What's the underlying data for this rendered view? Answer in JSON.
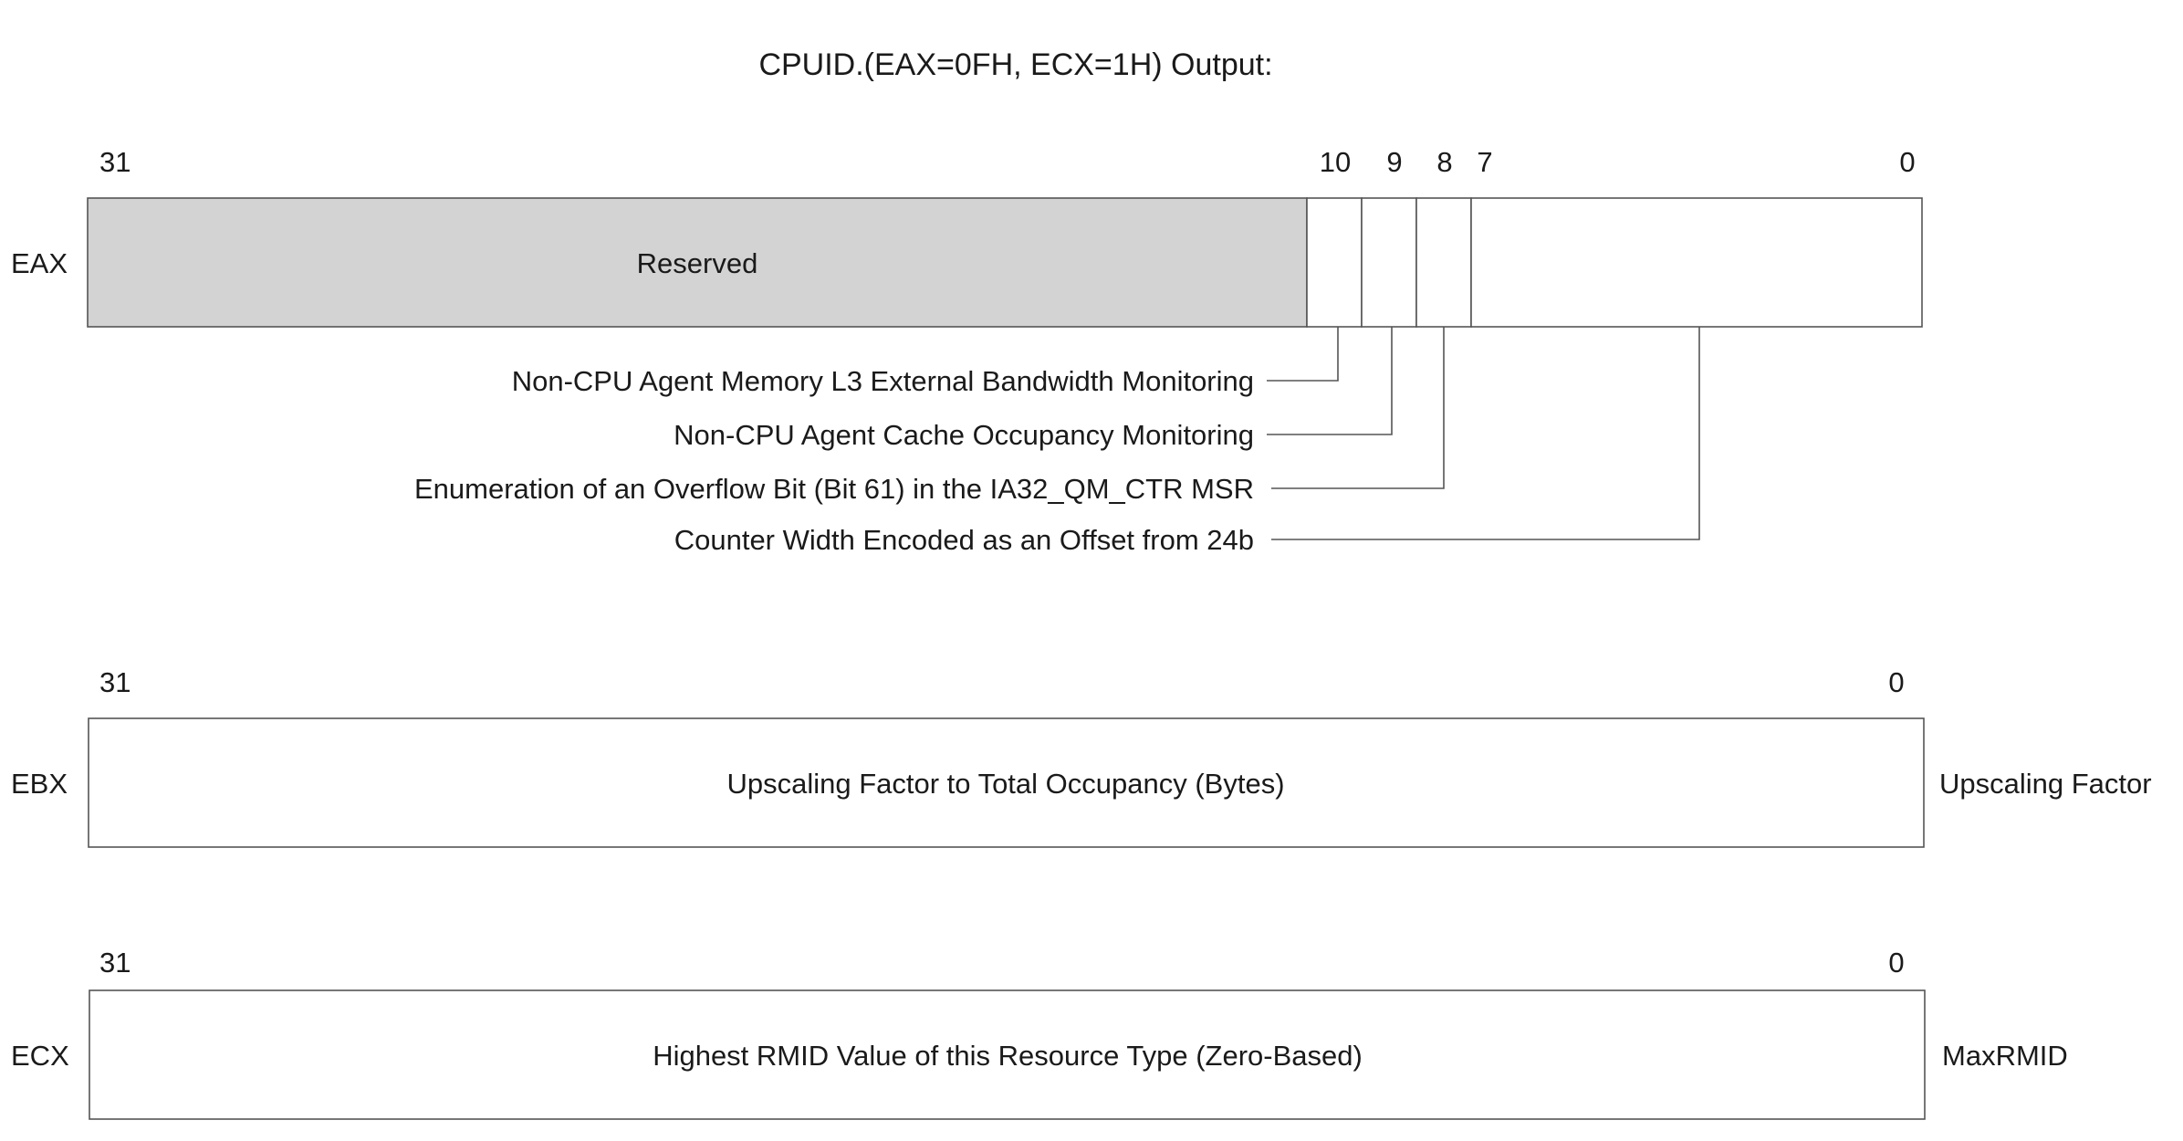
{
  "title": "CPUID.(EAX=0FH, ECX=1H) Output:",
  "colors": {
    "reserved_fill": "#d3d3d3",
    "field_fill": "#ffffff",
    "stroke": "#555555",
    "text": "#1a1a1a"
  },
  "eax": {
    "register": "EAX",
    "bits": {
      "b31": "31",
      "b10": "10",
      "b9": "9",
      "b8": "8",
      "b7": "7",
      "b0": "0"
    },
    "reserved_label": "Reserved",
    "callouts": [
      "Non-CPU Agent Memory L3 External Bandwidth Monitoring",
      "Non-CPU Agent Cache Occupancy Monitoring",
      "Enumeration of an Overflow Bit (Bit 61) in the IA32_QM_CTR MSR",
      "Counter Width Encoded as an Offset from 24b"
    ]
  },
  "ebx": {
    "register": "EBX",
    "bit_high": "31",
    "bit_low": "0",
    "field_label": "Upscaling Factor to Total Occupancy (Bytes)",
    "side_label": "Upscaling Factor"
  },
  "ecx": {
    "register": "ECX",
    "bit_high": "31",
    "bit_low": "0",
    "field_label": "Highest RMID Value of this Resource Type (Zero-Based)",
    "side_label": "MaxRMID"
  }
}
